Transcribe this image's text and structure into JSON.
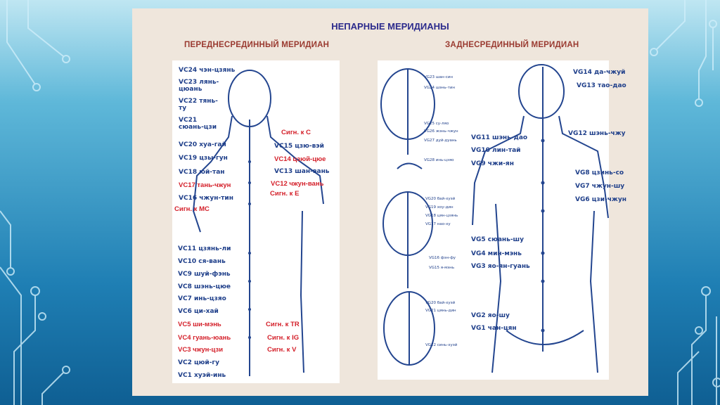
{
  "title": "НЕПАРНЫЕ МЕРИДИАНЫ",
  "front": {
    "heading": "ПЕРЕДНЕСРЕДИННЫЙ МЕРИДИАН",
    "points": [
      "VC24 чэн-цзянь",
      "VC23 лянь-цюань",
      "VC22 тянь-ту",
      "VC21 сюань-цзи",
      "VC20 хуа-гай",
      "VC19 цзы-гун",
      "VC18 юй-тан",
      "VC17 тань-чжун",
      "VC16 чжун-тин",
      "VC15 цзю-вэй",
      "VC14 цзюй-цюе",
      "VC13 шан-вань",
      "VC12 чжун-вань",
      "VC11 цзянь-ли",
      "VC10 ся-вань",
      "VC9 шуй-фэнь",
      "VC8 шэнь-цюе",
      "VC7 инь-цзяо",
      "VC6 ци-хай",
      "VC5 ши-мэнь",
      "VC4 гуань-юань",
      "VC3 чжун-цзи",
      "VC2 цюй-гу",
      "VC1 хуэй-инь"
    ],
    "signals": [
      "Сигн. к С",
      "Сигн. к Е",
      "Сигн. к МС",
      "Сигн. к TR",
      "Сигн. к IG",
      "Сигн. к V"
    ]
  },
  "back": {
    "heading": "ЗАДНЕСРЕДИННЫЙ МЕРИДИАН",
    "points": [
      "VG14 да-чжуй",
      "VG13 тао-дао",
      "VG12 шэнь-чжу",
      "VG11 шэнь-дао",
      "VG10 лин-тай",
      "VG9 чжи-ян",
      "VG8 цзинь-со",
      "VG7 чжун-шу",
      "VG6 цзи-чжун",
      "VG5 сюань-шу",
      "VG4 мин-мэнь",
      "VG3 яо-ян-гуань",
      "VG2 яо-шу",
      "VG1 чан-цян"
    ],
    "head_points": [
      "VG23 шан-син",
      "VG24 шэнь-тин",
      "VG25 су-ляо",
      "VG26 жэнь-чжун",
      "VG27 дуй-дуань",
      "VG28 инь-цзяо",
      "VG20 бай-хуэй",
      "VG19 хоу-дин",
      "VG18 цян-цзянь",
      "VG17 нао-ху",
      "VG16 фэн-фу",
      "VG15 я-мэнь",
      "VG20 бай-хуэй",
      "VG21 цянь-дин",
      "VG22 синь-хуэй"
    ]
  },
  "colors": {
    "title": "#2b2a8c",
    "heading": "#9a3a30",
    "signal": "#d4202a",
    "ink": "#1f3f8a",
    "panel": "#efe6dc"
  }
}
